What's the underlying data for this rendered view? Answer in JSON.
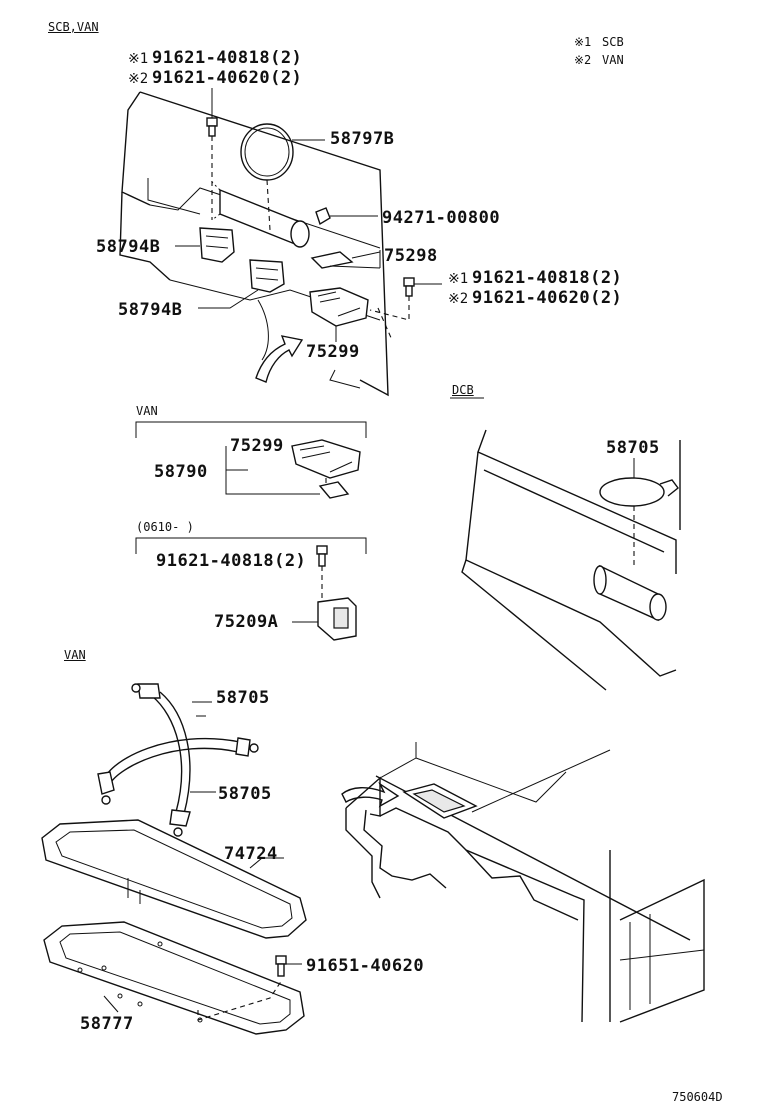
{
  "sections": {
    "scb_van": "SCB,VAN",
    "dcb": "DCB",
    "van_sub": "VAN",
    "date_range": "(0610-      )",
    "van_lower": "VAN"
  },
  "notes": [
    {
      "mark": "※1",
      "text": "SCB"
    },
    {
      "mark": "※2",
      "text": "VAN"
    }
  ],
  "labels": {
    "bolt_top_1_mark": "※1",
    "bolt_top_1": "91621-40818(2)",
    "bolt_top_2_mark": "※2",
    "bolt_top_2": "91621-40620(2)",
    "p58797B": "58797B",
    "p94271": "94271-00800",
    "p58794B_a": "58794B",
    "p75298": "75298",
    "bolt_mid_1_mark": "※1",
    "bolt_mid_1": "91621-40818(2)",
    "bolt_mid_2_mark": "※2",
    "bolt_mid_2": "91621-40620(2)",
    "p58794B_b": "58794B",
    "p75299": "75299",
    "p75299_van": "75299",
    "p58790": "58790",
    "bolt_0610": "91621-40818(2)",
    "p75209A": "75209A",
    "p58705_dcb": "58705",
    "p58705_a": "58705",
    "p58705_b": "58705",
    "p74724": "74724",
    "p91651": "91651-40620",
    "p58777": "58777",
    "diagram_code": "750604D"
  },
  "icons": [
    "bolt-icon",
    "clip-icon",
    "bracket-icon",
    "strap-icon",
    "ring-icon",
    "mat-icon"
  ]
}
